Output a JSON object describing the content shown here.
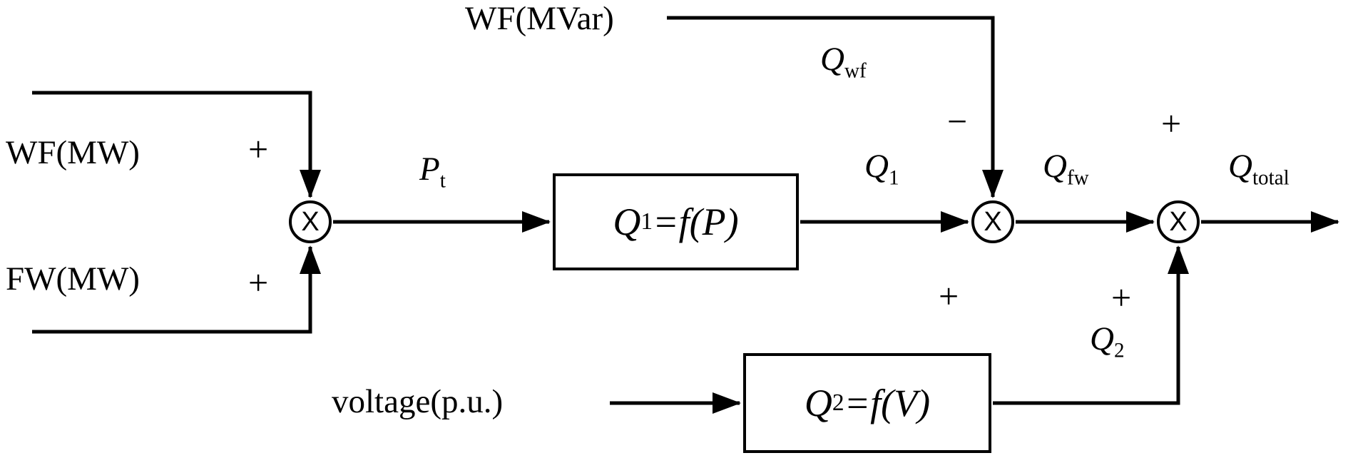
{
  "diagram": {
    "inputs": {
      "wf_mvar": "WF(MVar)",
      "wf_mw": "WF(MW)",
      "fw_mw": "FW(MW)",
      "voltage": "voltage(p.u.)"
    },
    "signals": {
      "pt": {
        "base": "P",
        "sub": "t"
      },
      "qwf": {
        "base": "Q",
        "sub": "wf"
      },
      "q1": {
        "base": "Q",
        "sub": "1"
      },
      "qfw": {
        "base": "Q",
        "sub": "fw"
      },
      "q2": {
        "base": "Q",
        "sub": "2"
      },
      "qtotal": {
        "base": "Q",
        "sub": "total"
      }
    },
    "blocks": {
      "q1_func": {
        "base": "Q",
        "sub": "1",
        "rest": "=f(P)"
      },
      "q2_func": {
        "base": "Q",
        "sub": "2",
        "rest": "=f(V)"
      }
    },
    "signs": {
      "plus": "+",
      "minus": "−"
    },
    "junction_symbol": "X",
    "colors": {
      "line": "#000000",
      "background": "#ffffff"
    }
  }
}
